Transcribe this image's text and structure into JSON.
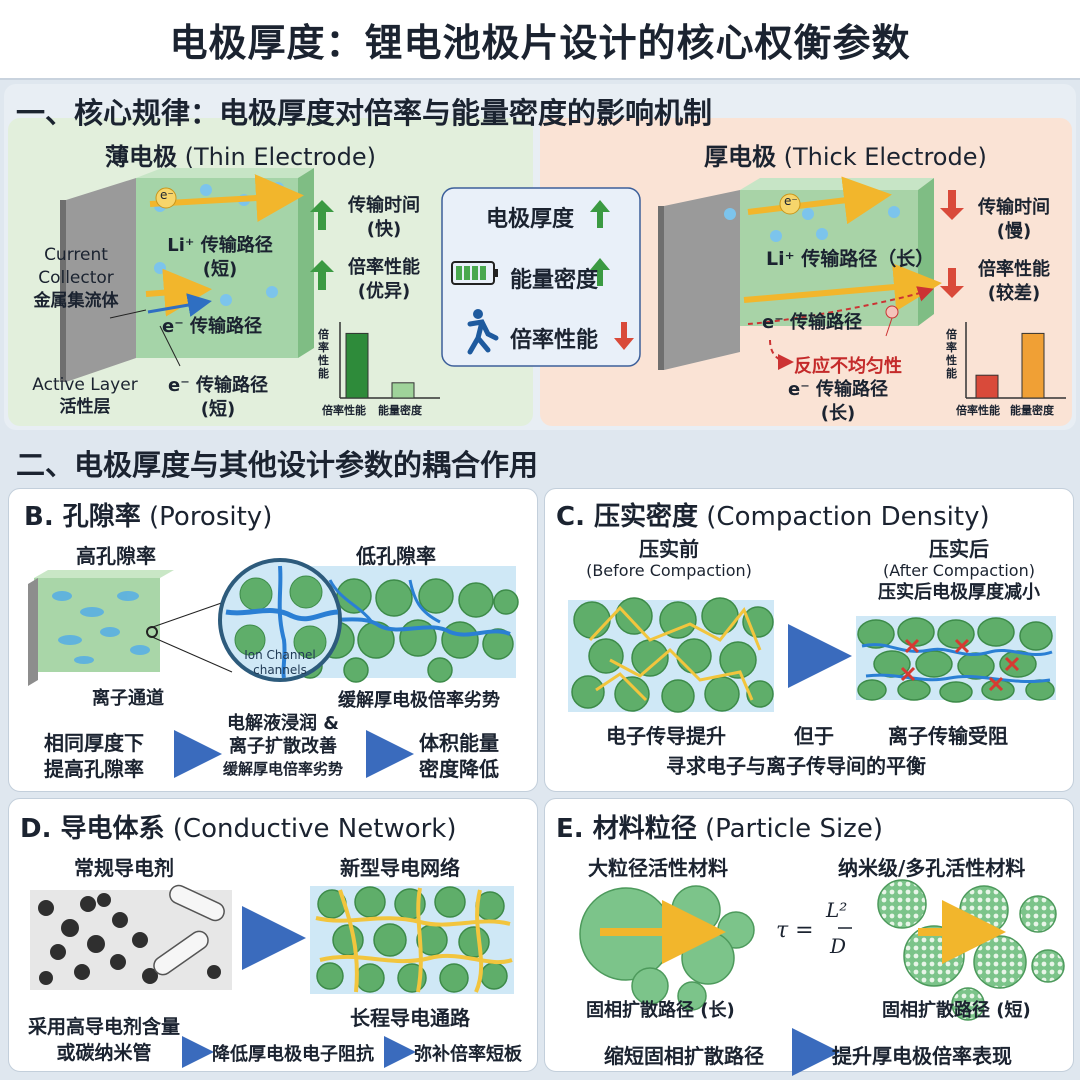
{
  "title": "电极厚度：锂电池极片设计的核心权衡参数",
  "section1": {
    "heading": "一、核心规律：电极厚度对倍率与能量密度的影响机制",
    "thin": {
      "title": "薄电极",
      "title_en": "(Thin Electrode)",
      "electron_label": "e⁻",
      "current_collector_en1": "Current",
      "current_collector_en2": "Collector",
      "current_collector_zh": "金属集流体",
      "li_path_1": "Li⁺ 传输路径",
      "li_path_2": "(短)",
      "e_path": "e⁻ 传输路径",
      "active_layer_en": "Active Layer",
      "active_layer_zh": "活性层",
      "e_path_short_1": "e⁻ 传输路径",
      "e_path_short_2": "(短)",
      "time_label_1": "传输时间",
      "time_label_2": "(快)",
      "rate_label_1": "倍率性能",
      "rate_label_2": "(优异)",
      "chart_ylabel": "倍率性能",
      "chart_cat1": "倍率性能",
      "chart_cat2": "能量密度"
    },
    "center": {
      "thickness": "电极厚度",
      "energy": "能量密度",
      "rate": "倍率性能"
    },
    "thick": {
      "title": "厚电极",
      "title_en": "(Thick Electrode)",
      "electron_label": "e⁻",
      "li_path": "Li⁺ 传输路径（长）",
      "e_path": "e⁻ 传输路径",
      "nonuniform": "反应不均匀性",
      "e_path_long_1": "e⁻ 传输路径",
      "e_path_long_2": "(长)",
      "time_label_1": "传输时间",
      "time_label_2": "(慢)",
      "rate_label_1": "倍率性能",
      "rate_label_2": "(较差)",
      "chart_ylabel": "倍率性能",
      "chart_cat1": "倍率性能",
      "chart_cat2": "能量密度"
    }
  },
  "chart_data": [
    {
      "type": "bar",
      "categories": [
        "倍率性能",
        "能量密度"
      ],
      "values": [
        0.85,
        0.2
      ],
      "ylabel": "倍率性能",
      "colors": [
        "#2e8b3a",
        "#9fd39a"
      ]
    },
    {
      "type": "bar",
      "categories": [
        "倍率性能",
        "能量密度"
      ],
      "values": [
        0.3,
        0.85
      ],
      "ylabel": "倍率性能",
      "colors": [
        "#d94a3a",
        "#f0a035"
      ]
    }
  ],
  "section2": {
    "heading": "二、电极厚度与其他设计参数的耦合作用",
    "B": {
      "title": "B. 孔隙率",
      "title_en": "(Porosity)",
      "high": "高孔隙率",
      "low": "低孔隙率",
      "ion_channel_1": "Ion Channel",
      "ion_channel_2": "channels",
      "ion_path": "离子通道",
      "mitigate": "缓解厚电极倍率劣势",
      "flow1_1": "相同厚度下",
      "flow1_2": "提高孔隙率",
      "flow2_1": "电解液浸润 &",
      "flow2_2": "离子扩散改善",
      "flow2_3": "缓解厚电倍率劣势",
      "flow3_1": "体积能量",
      "flow3_2": "密度降低"
    },
    "C": {
      "title": "C. 压实密度",
      "title_en": "(Compaction Density)",
      "before": "压实前",
      "before_en": "(Before Compaction)",
      "after": "压实后",
      "after_en": "(After Compaction)",
      "after_note": "压实后电极厚度减小",
      "e_up": "电子传导提升",
      "but": "但于",
      "ion_block": "离子传输受阻",
      "balance": "寻求电子与离子传导间的平衡"
    },
    "D": {
      "title": "D. 导电体系",
      "title_en": "(Conductive Network)",
      "conv": "常规导电剂",
      "novel": "新型导电网络",
      "long": "长程导电通路",
      "flow1_1": "采用高导电剂含量",
      "flow1_2": "或碳纳米管",
      "flow2": "降低厚电极电子阻抗",
      "flow3": "弥补倍率短板"
    },
    "E": {
      "title": "E. 材料粒径",
      "title_en": "(Particle Size)",
      "large": "大粒径活性材料",
      "nano": "纳米级/多孔活性材料",
      "path_long": "固相扩散路径 (长)",
      "path_short": "固相扩散路径 (短)",
      "formula_lhs": "τ =",
      "formula_num": "L²",
      "formula_den": "D",
      "flow1": "缩短固相扩散路径",
      "flow2": "提升厚电极倍率表现"
    }
  }
}
